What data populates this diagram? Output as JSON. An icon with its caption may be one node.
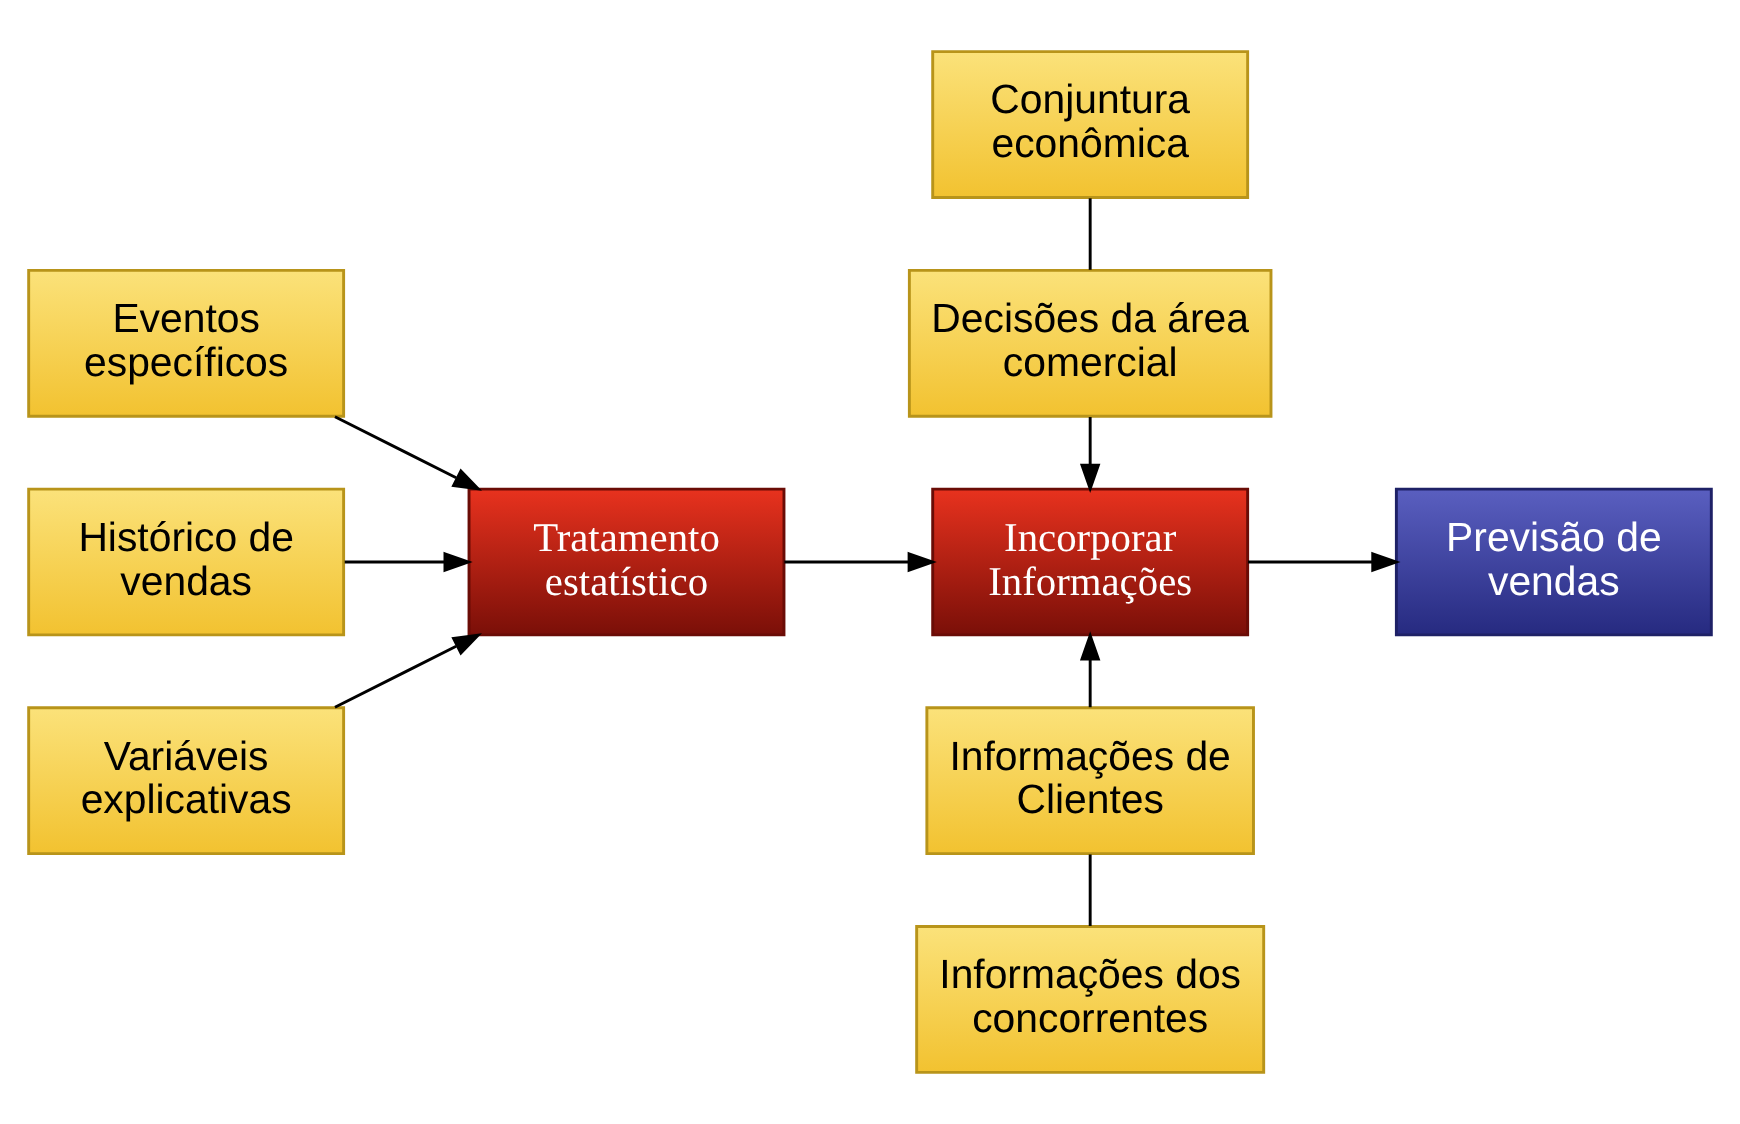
{
  "diagram": {
    "nodes": [
      {
        "text": [
          "Eventos específicos"
        ]
      },
      {
        "text": [
          "Histórico de vendas"
        ]
      },
      {
        "text": [
          "Variáveis explicativas"
        ]
      },
      {
        "text": [
          "Tratamento estatístico"
        ]
      },
      {
        "text": [
          "Conjuntura econômica"
        ]
      },
      {
        "text": [
          "Decisões da área comercial"
        ]
      },
      {
        "text": [
          "Incorporar Informações"
        ]
      },
      {
        "text": [
          "Previsão de vendas"
        ]
      },
      {
        "text": [
          "Informações de Clientes"
        ]
      },
      {
        "text": [
          "Informações dos concorrentes"
        ]
      }
    ],
    "edges": [
      {
        "from": 0,
        "to": 3,
        "arrow": "to"
      },
      {
        "from": 1,
        "to": 3,
        "arrow": "to"
      },
      {
        "from": 2,
        "to": 3,
        "arrow": "to"
      },
      {
        "from": 3,
        "to": 6,
        "arrow": "to"
      },
      {
        "from": 4,
        "to": 5,
        "arrow": "none"
      },
      {
        "from": 5,
        "to": 6,
        "arrow": "to"
      },
      {
        "from": 8,
        "to": 6,
        "arrow": "to"
      },
      {
        "from": 9,
        "to": 8,
        "arrow": "none"
      },
      {
        "from": 6,
        "to": 7,
        "arrow": "to"
      }
    ]
  }
}
